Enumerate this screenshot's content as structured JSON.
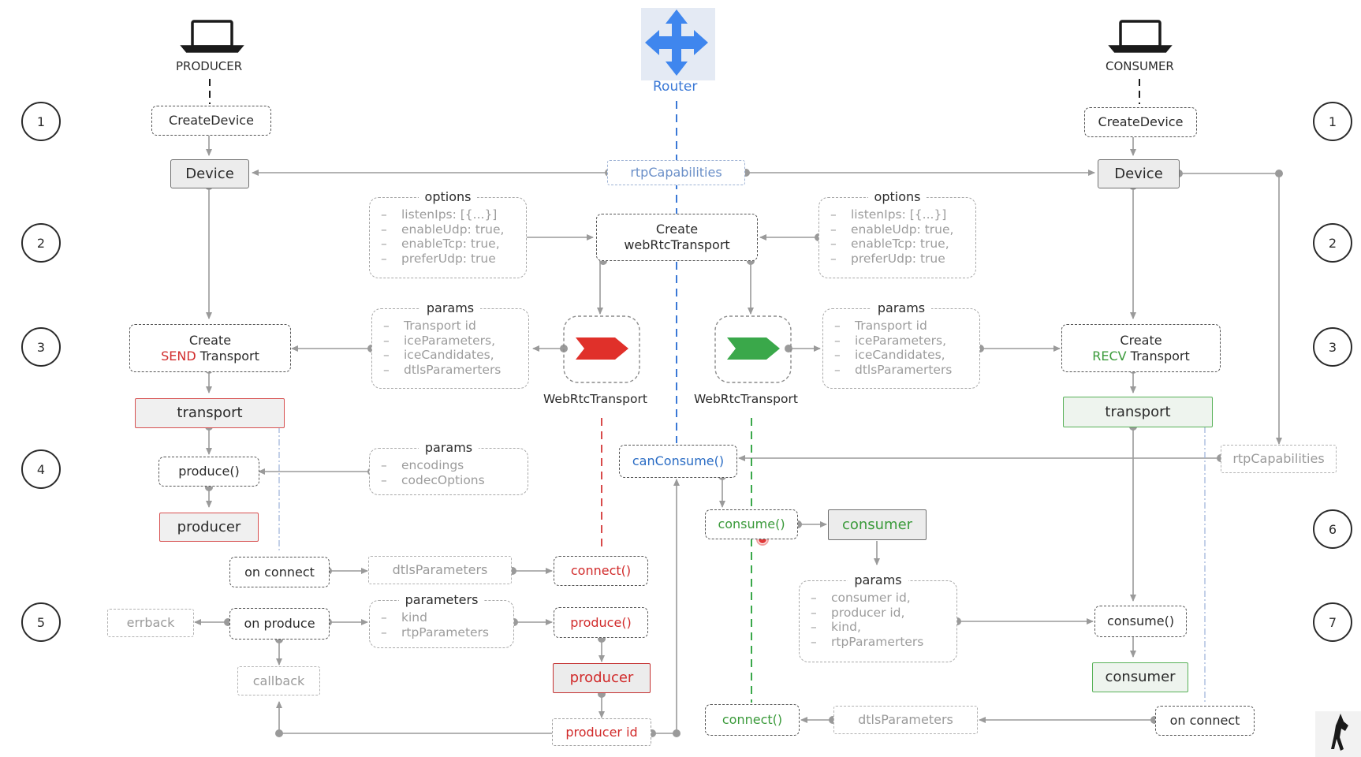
{
  "producer": {
    "label": "PRODUCER",
    "create_device": "CreateDevice",
    "device": "Device",
    "create_transport_line1": "Create",
    "create_transport_word": "SEND",
    "create_transport_rest": "Transport",
    "transport": "transport",
    "produce_call": "produce()",
    "producer": "producer",
    "on_connect": "on connect",
    "on_produce": "on produce",
    "errback": "errback",
    "callback": "callback"
  },
  "consumer": {
    "label": "CONSUMER",
    "create_device": "CreateDevice",
    "device": "Device",
    "create_transport_line1": "Create",
    "create_transport_word": "RECV",
    "create_transport_rest": "Transport",
    "transport": "transport",
    "rtp_capabilities": "rtpCapabilities",
    "consume_call": "consume()",
    "consumer": "consumer",
    "on_connect": "on connect"
  },
  "router": {
    "label": "Router",
    "rtp_capabilities": "rtpCapabilities",
    "create_transport_line1": "Create",
    "create_transport_line2": "webRtcTransport",
    "can_consume": "canConsume()",
    "consume": "consume()",
    "consumer": "consumer",
    "connect_send": "connect()",
    "produce": "produce()",
    "producer": "producer",
    "producer_id": "producer id",
    "connect_recv": "connect()",
    "webrtc_transport_send": "WebRtcTransport",
    "webrtc_transport_recv": "WebRtcTransport"
  },
  "panels": {
    "options_left": {
      "title": "options",
      "items": [
        "listenIps: [{...}]",
        "enableUdp: true,",
        "enableTcp: true,",
        "preferUdp: true"
      ]
    },
    "options_right": {
      "title": "options",
      "items": [
        "listenIps: [{...}]",
        "enableUdp: true,",
        "enableTcp: true,",
        "preferUdp: true"
      ]
    },
    "params_left": {
      "title": "params",
      "items": [
        "Transport id",
        "iceParameters,",
        "iceCandidates,",
        "dtlsParamerters"
      ]
    },
    "params_right": {
      "title": "params",
      "items": [
        "Transport id",
        "iceParameters,",
        "iceCandidates,",
        "dtlsParamerters"
      ]
    },
    "params_produce": {
      "title": "params",
      "items": [
        "encodings",
        "codecOptions"
      ]
    },
    "parameters_produce": {
      "title": "parameters",
      "items": [
        "kind",
        "rtpParameters"
      ]
    },
    "params_consume": {
      "title": "params",
      "items": [
        "consumer id,",
        "producer id,",
        "kind,",
        "rtpParamerters"
      ]
    }
  },
  "dtls_send": "dtlsParameters",
  "dtls_recv": "dtlsParameters",
  "steps_left": [
    "1",
    "2",
    "3",
    "4",
    "5"
  ],
  "steps_right": [
    "1",
    "2",
    "3",
    "6",
    "7"
  ],
  "colors": {
    "send": "#e0302a",
    "recv": "#3aa84a",
    "router": "#3a78d6",
    "line": "#9a9a9a"
  },
  "icons": [
    "laptop-icon",
    "router-icon",
    "red-chevron-icon",
    "green-chevron-icon",
    "climber-logo-icon"
  ]
}
